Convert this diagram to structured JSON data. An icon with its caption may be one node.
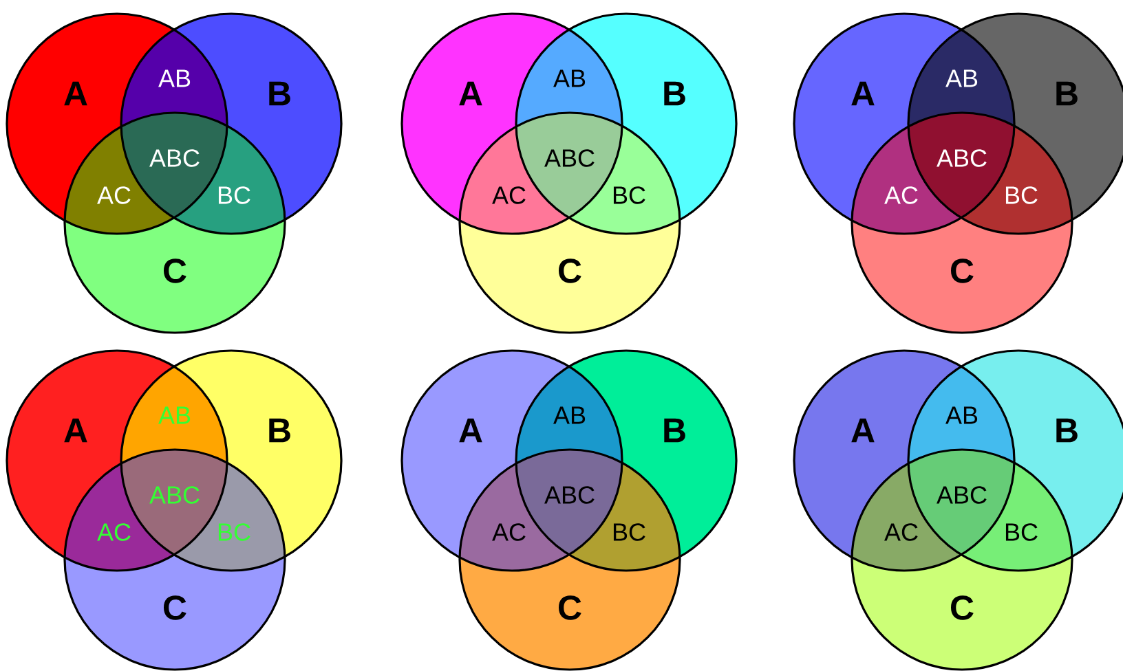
{
  "diagram": {
    "nodes": [
      {
        "text": [
          "A"
        ]
      },
      {
        "text": [
          "B"
        ]
      },
      {
        "text": [
          "C"
        ]
      },
      {
        "text": [
          "A"
        ]
      },
      {
        "text": [
          "B"
        ]
      },
      {
        "text": [
          "C"
        ]
      },
      {
        "text": [
          "A"
        ]
      },
      {
        "text": [
          "B"
        ]
      },
      {
        "text": [
          "C"
        ]
      },
      {
        "text": [
          "A"
        ]
      },
      {
        "text": [
          "B"
        ]
      },
      {
        "text": [
          "C"
        ]
      },
      {
        "text": [
          "A"
        ]
      },
      {
        "text": [
          "B"
        ]
      },
      {
        "text": [
          "C"
        ]
      },
      {
        "text": [
          "A"
        ]
      },
      {
        "text": [
          "B"
        ]
      },
      {
        "text": [
          "C"
        ]
      }
    ],
    "labels": [
      "AB",
      "ABC",
      "AC",
      "BC",
      "AB",
      "ABC",
      "AC",
      "BC",
      "AB",
      "ABC",
      "AC",
      "BC",
      "AB",
      "ABC",
      "AC",
      "BC",
      "AB",
      "ABC",
      "AC",
      "BC",
      "AB",
      "ABC",
      "AC",
      "BC"
    ]
  }
}
